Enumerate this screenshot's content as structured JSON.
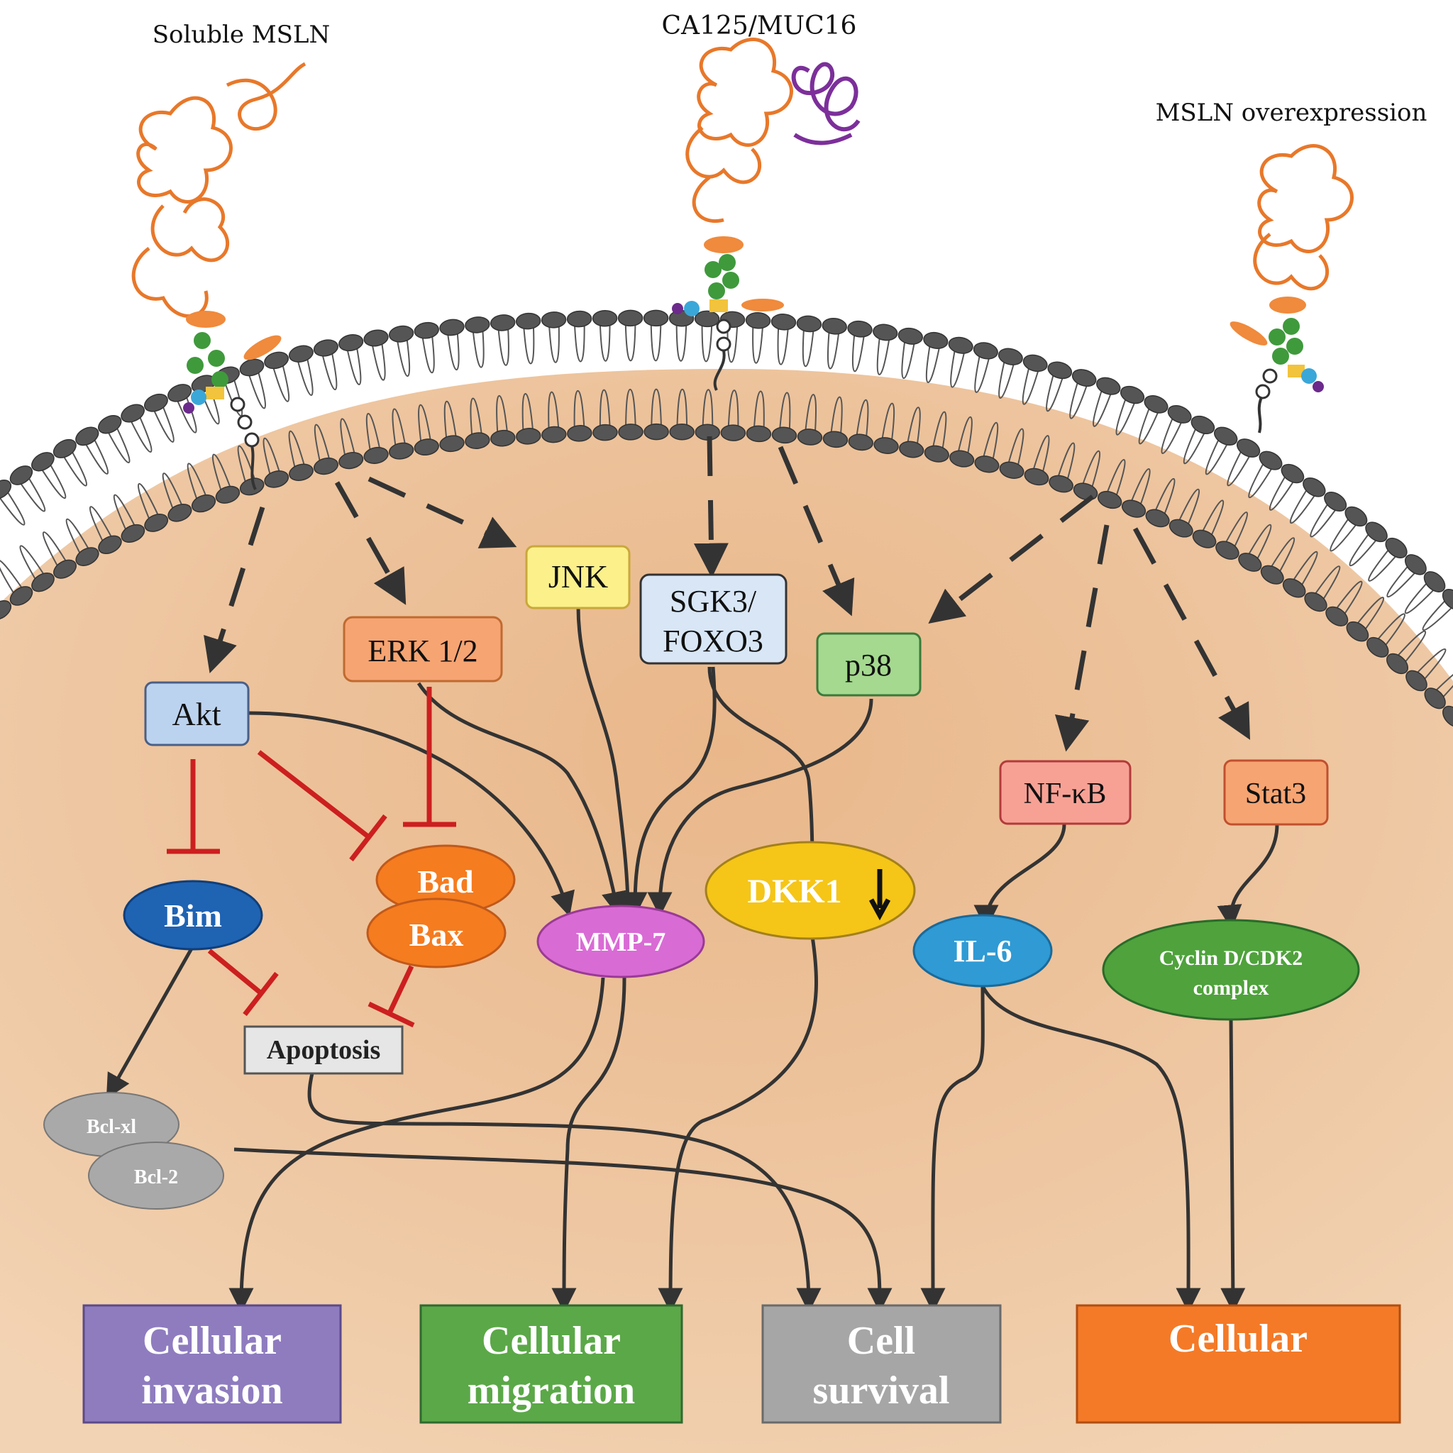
{
  "top_labels": {
    "soluble_msln": "Soluble MSLN",
    "ca125_muc16": "CA125/MUC16",
    "msln_overexpression": "MSLN overexpression"
  },
  "nodes": {
    "jnk": "JNK",
    "sgk3_line1": "SGK3/",
    "sgk3_line2": "FOXO3",
    "erk": "ERK 1/2",
    "p38": "p38",
    "akt": "Akt",
    "nfkb": "NF-κB",
    "stat3": "Stat3",
    "bim": "Bim",
    "bad": "Bad",
    "bax": "Bax",
    "mmp7": "MMP-7",
    "dkk1": "DKK1",
    "il6": "IL-6",
    "cyclin_line1": "Cyclin D/CDK2",
    "cyclin_line2": "complex",
    "apoptosis": "Apoptosis",
    "bcl_xl": "Bcl-xl",
    "bcl2": "Bcl-2"
  },
  "outcomes": {
    "invasion_line1": "Cellular",
    "invasion_line2": "invasion",
    "migration_line1": "Cellular",
    "migration_line2": "migration",
    "survival_line1": "Cell",
    "survival_line2": "survival",
    "proliferation_line1": "Cellular"
  },
  "colors": {
    "cytoplasm": "#ecc199",
    "membrane_head": "#555555",
    "activation_arrow": "#333333",
    "inhibition": "#cc1f1f",
    "invasion": "#8e7cbf",
    "migration": "#5ba848",
    "survival": "#a6a6a6",
    "proliferation": "#f47a27"
  }
}
